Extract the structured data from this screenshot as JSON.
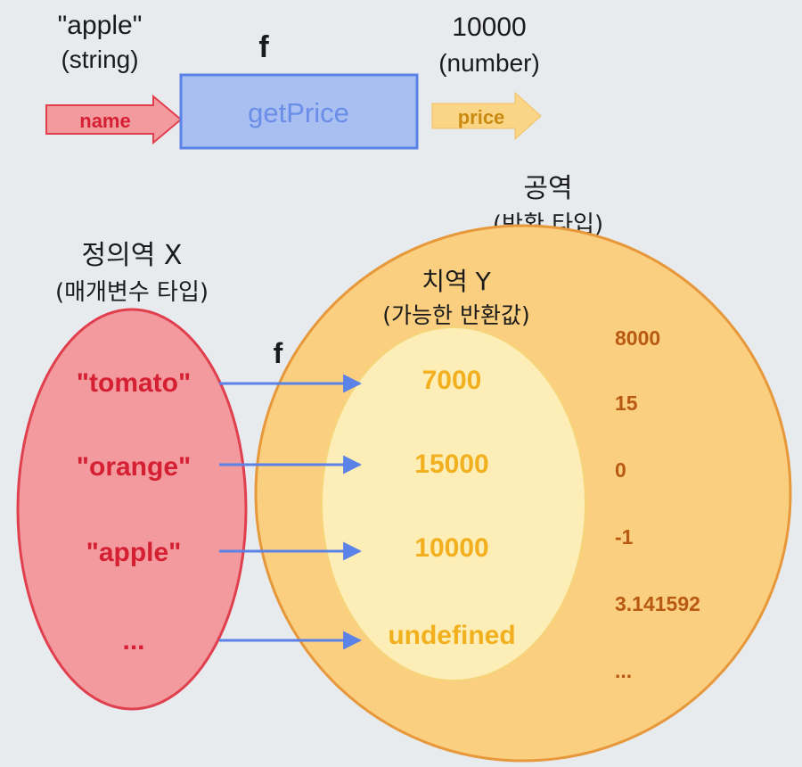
{
  "top": {
    "input_value": "\"apple\"",
    "input_type": "(string)",
    "input_arrow_label": "name",
    "function_symbol": "f",
    "function_name": "getPrice",
    "output_value": "10000",
    "output_type": "(number)",
    "output_arrow_label": "price"
  },
  "codomain": {
    "title": "공역",
    "subtitle": "(반환 타입)",
    "outside_values": [
      "8000",
      "15",
      "0",
      "-1",
      "3.141592",
      "..."
    ]
  },
  "domain_set": {
    "title": "정의역 X",
    "subtitle": "(매개변수 타입)",
    "items": [
      "\"tomato\"",
      "\"orange\"",
      "\"apple\"",
      "..."
    ]
  },
  "range_set": {
    "title": "치역 Y",
    "subtitle": "(가능한 반환값)",
    "items": [
      "7000",
      "15000",
      "10000",
      "undefined"
    ]
  },
  "mapping": {
    "function_symbol": "f"
  },
  "colors": {
    "red_fill": "#f39a9e",
    "red_stroke": "#e0404e",
    "red_text": "#d51f33",
    "blue_fill": "#a9bff2",
    "blue_stroke": "#5b82e6",
    "blue_text": "#6a8ee8",
    "orange_fill": "#fbcf80",
    "orange_stroke": "#e6983a",
    "orange_text": "#b85a12",
    "yellow_fill": "#fdeeb8",
    "yellow_text": "#f2b01e",
    "arrow_blue": "#5b82e6"
  }
}
